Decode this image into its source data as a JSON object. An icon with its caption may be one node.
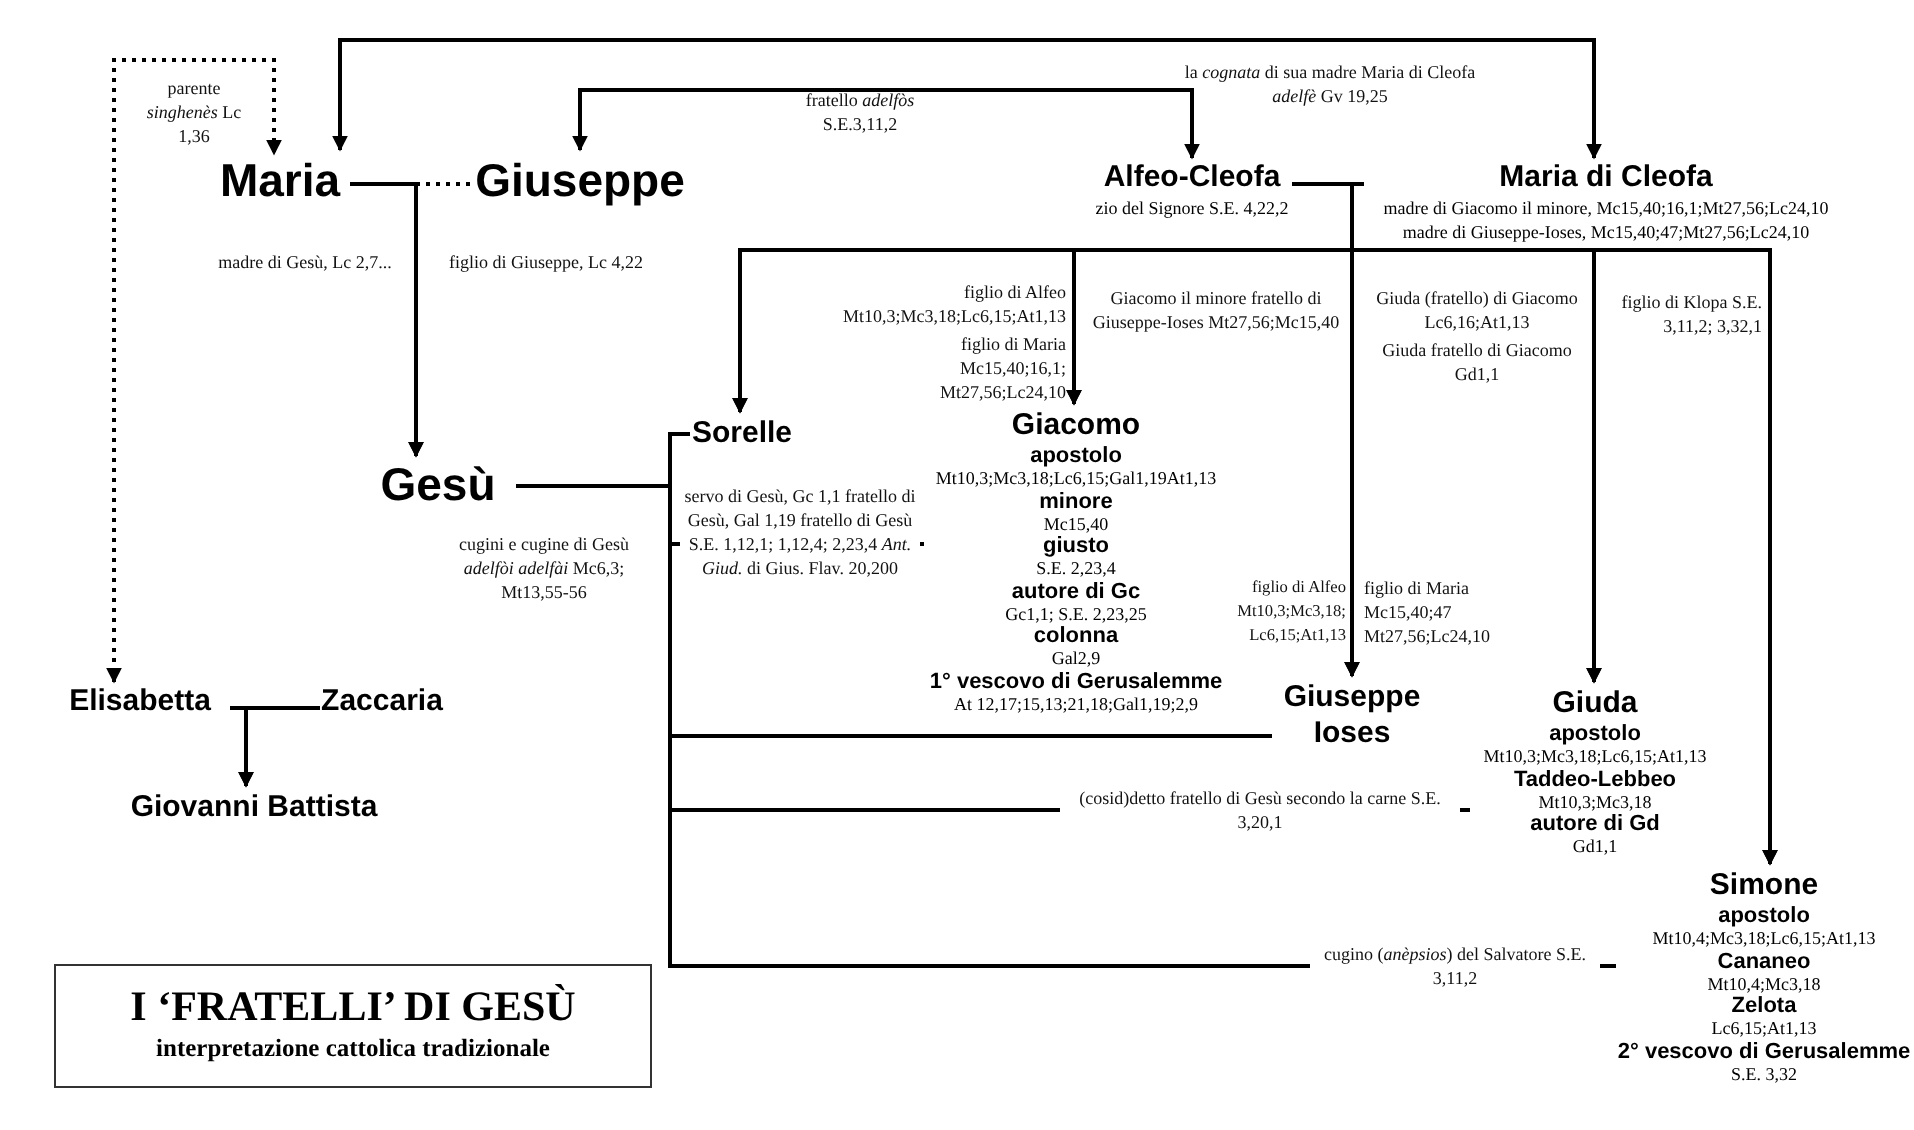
{
  "diagram": {
    "title": "I ‘FRATELLI’ DI GESÙ",
    "caption": "interpretazione cattolica tradizionale",
    "nodes": [
      {
        "text": [
          "Maria"
        ]
      },
      {
        "text": [
          "Giuseppe"
        ]
      },
      {
        "text": [
          "Alfeo-Cleofa",
          "zio del Signore S.E. 4,22,2"
        ]
      },
      {
        "text": [
          "Maria di Cleofa",
          "madre di Giacomo il minore, Mc15,40;16,1;Mt27,56;Lc24,10 madre di Giuseppe-Ioses, Mc15,40;47;Mt27,56;Lc24,10"
        ]
      },
      {
        "text": [
          "Gesù"
        ]
      },
      {
        "text": [
          "Sorelle"
        ]
      },
      {
        "text": [
          "Giacomo",
          "apostolo",
          "Mt10,3;Mc3,18;Lc6,15;Gal1,19At1,13",
          "minore",
          "Mc15,40",
          "giusto",
          "S.E. 2,23,4",
          "autore di Gc",
          "Gc1,1; S.E. 2,23,25",
          "colonna",
          "Gal2,9",
          "1° vescovo di Gerusalemme",
          "At 12,17;15,13;21,18;Gal1,19;2,9"
        ]
      },
      {
        "text": [
          "Giuseppe Ioses"
        ]
      },
      {
        "text": [
          "Giuda",
          "apostolo",
          "Mt10,3;Mc3,18;Lc6,15;At1,13",
          "Taddeo-Lebbeo",
          "Mt10,3;Mc3,18",
          "autore di Gd",
          "Gd1,1"
        ]
      },
      {
        "text": [
          "Simone",
          "apostolo",
          "Mt10,4;Mc3,18;Lc6,15;At1,13",
          "Cananeo",
          "Mt10,4;Mc3,18",
          "Zelota",
          "Lc6,15;At1,13",
          "2° vescovo di Gerusalemme",
          "S.E. 3,32"
        ]
      },
      {
        "text": [
          "Elisabetta"
        ]
      },
      {
        "text": [
          "Zaccaria"
        ]
      },
      {
        "text": [
          "Giovanni Battista"
        ]
      }
    ],
    "edges": [
      {
        "from": 10,
        "to": 0,
        "arrow": "both",
        "style": "dashed",
        "label": "parente *singhenès* Lc 1,36"
      },
      {
        "from": 3,
        "to": 0,
        "arrow": "both",
        "label": "la *cognata* di sua madre Maria di Cleofa *adelfè* Gv 19,25"
      },
      {
        "from": 2,
        "to": 1,
        "arrow": "both",
        "label": "fratello *adelfòs* S.E.3,11,2"
      },
      {
        "from": 0,
        "to": 4,
        "arrow": "to",
        "label": "madre di Gesù, Lc 2,7..."
      },
      {
        "from": 1,
        "to": 4,
        "arrow": "to",
        "style": "dashed",
        "label": "figlio di Giuseppe, Lc 4,22"
      },
      {
        "from": 2,
        "to": 5,
        "arrow": "to"
      },
      {
        "from": 3,
        "to": 5,
        "arrow": "to"
      },
      {
        "from": 2,
        "to": 6,
        "arrow": "to",
        "label": "figlio di Alfeo Mt10,3;Mc3,18;Lc6,15;At1,13"
      },
      {
        "from": 3,
        "to": 6,
        "arrow": "to",
        "label": "figlio di Maria Mc15,40;16,1; Mt27,56;Lc24,10"
      },
      {
        "from": 2,
        "to": 7,
        "arrow": "to",
        "label": "figlio di Alfeo Mt10,3;Mc3,18; Lc6,15;At1,13"
      },
      {
        "from": 3,
        "to": 7,
        "arrow": "to",
        "label": "figlio di Maria Mc15,40;47 Mt27,56;Lc24,10"
      },
      {
        "from": 2,
        "to": 8,
        "arrow": "to"
      },
      {
        "from": 3,
        "to": 8,
        "arrow": "to"
      },
      {
        "from": 2,
        "to": 9,
        "arrow": "to",
        "label": "figlio di Klopa S.E. 3,11,2; 3,32,1"
      },
      {
        "from": 3,
        "to": 9,
        "arrow": "to"
      },
      {
        "from": 4,
        "to": 5,
        "arrow": "none"
      },
      {
        "from": 4,
        "to": 6,
        "arrow": "none",
        "label": "servo di Gesù, Gc 1,1 fratello di Gesù, Gal 1,19 fratello di Gesù S.E. 1,12,1; 1,12,4; 2,23,4 *Ant. Giud.* di Gius. Flav. 20,200"
      },
      {
        "from": 4,
        "to": 7,
        "arrow": "none"
      },
      {
        "from": 4,
        "to": 8,
        "arrow": "none",
        "label": "(cosid)detto fratello di Gesù secondo la carne S.E. 3,20,1"
      },
      {
        "from": 4,
        "to": 9,
        "arrow": "none",
        "label": "cugino (*anèpsios*) del Salvatore S.E. 3,11,2"
      },
      {
        "from": 10,
        "to": 12,
        "arrow": "to"
      },
      {
        "from": 11,
        "to": 12,
        "arrow": "to"
      }
    ],
    "labels": [
      "cugini e cugine di Gesù *adelfòi adelfài* Mc6,3; Mt13,55-56",
      "Giacomo il minore fratello di Giuseppe-Ioses Mt27,56;Mc15,40",
      "Giuda (fratello) di Giacomo Lc6,16;At1,13",
      "Giuda fratello di Giacomo Gd1,1"
    ]
  }
}
